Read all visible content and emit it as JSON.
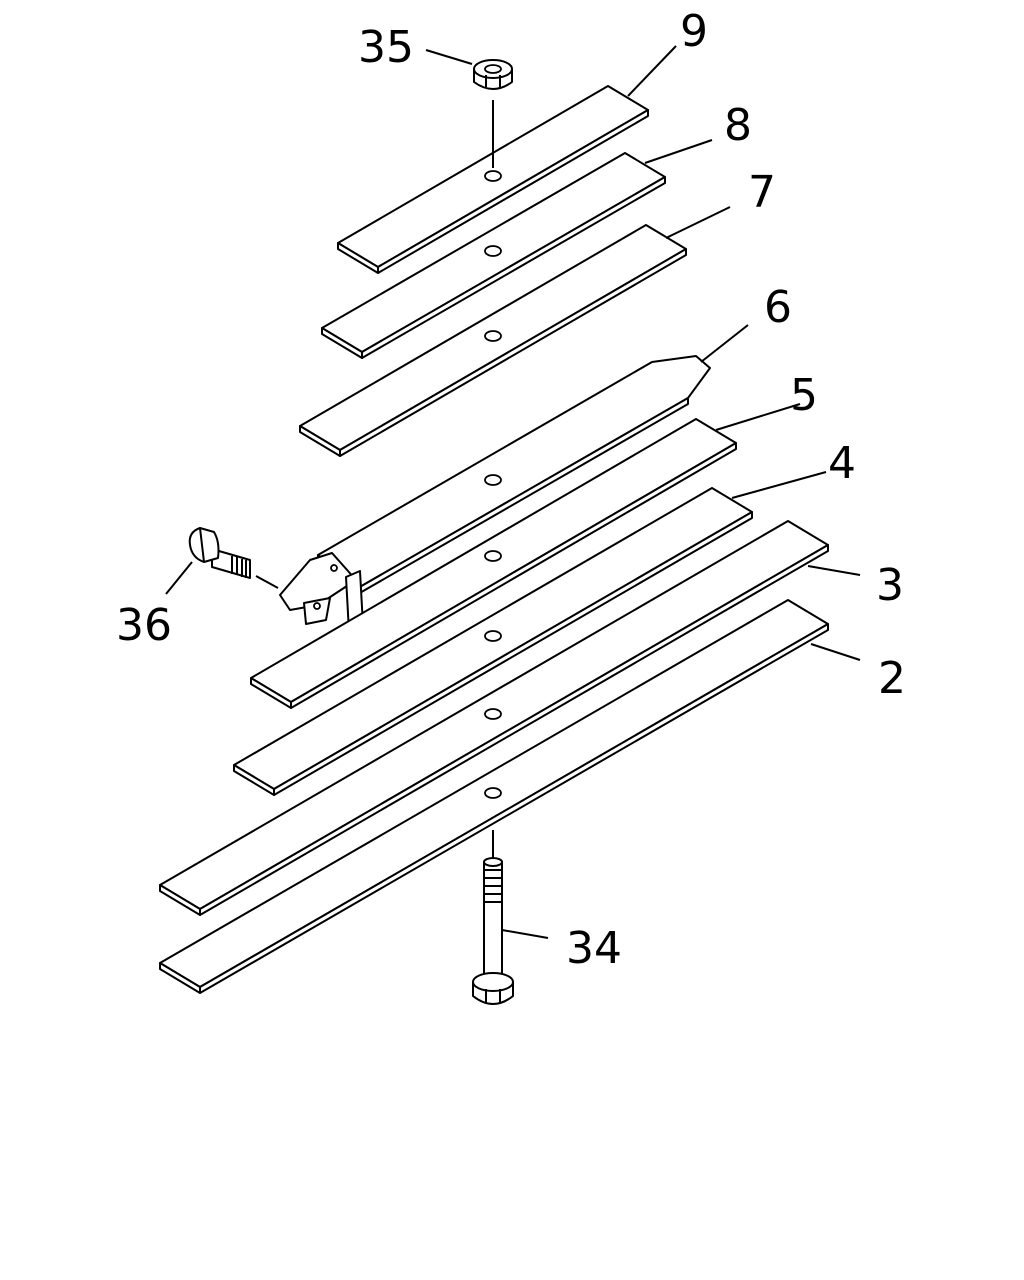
{
  "diagram": {
    "type": "exploded-parts-view",
    "colors": {
      "line": "#000000",
      "background": "#ffffff"
    },
    "callouts": {
      "c2": "2",
      "c3": "3",
      "c4": "4",
      "c5": "5",
      "c6": "6",
      "c7": "7",
      "c8": "8",
      "c9": "9",
      "c34": "34",
      "c35": "35",
      "c36": "36"
    }
  }
}
